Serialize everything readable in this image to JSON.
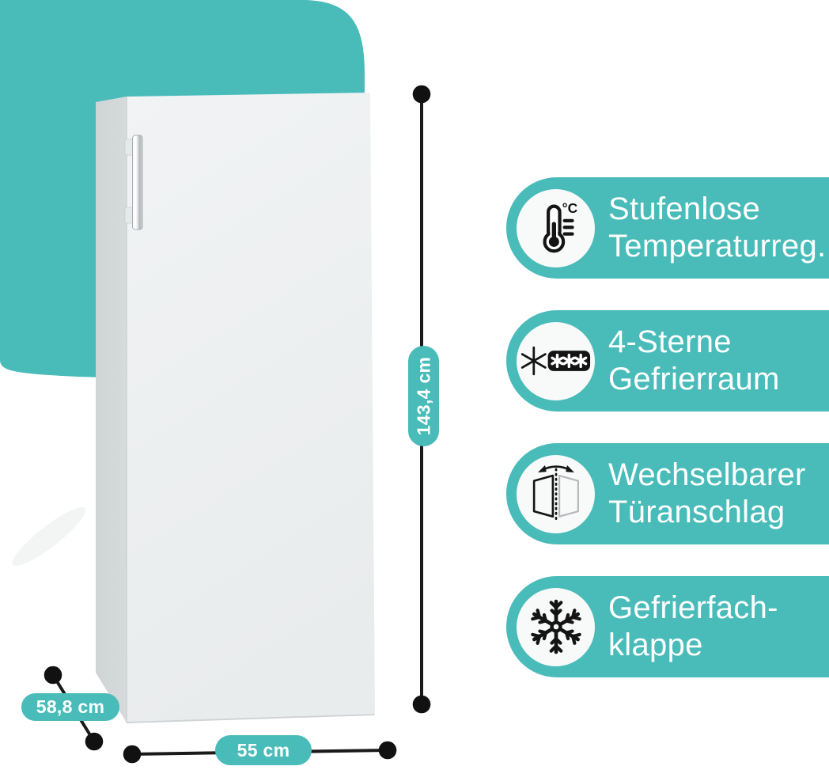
{
  "colors": {
    "accent": "#49bcba",
    "circle_bg": "#f8f9f9",
    "ink": "#141414",
    "label_text": "#ffffff",
    "fridge_side": "#d6dadb",
    "fridge_door_top": "#f1f3f4",
    "fridge_door_bottom": "#e9eced",
    "dim_line": "#1a1a1a"
  },
  "dimensions": {
    "height": {
      "label": "143,4 cm"
    },
    "width": {
      "label": "55 cm"
    },
    "depth": {
      "label": "58,8 cm"
    }
  },
  "features": [
    {
      "icon": "thermometer-icon",
      "line1": "Stufenlose",
      "line2": "Temperaturreg.",
      "icon_text": "°C"
    },
    {
      "icon": "four-star-freezer-icon",
      "line1": "4-Sterne",
      "line2": "Gefrierraum"
    },
    {
      "icon": "reversible-door-icon",
      "line1": "Wechselbarer",
      "line2": "Türanschlag"
    },
    {
      "icon": "snowflake-icon",
      "line1": "Gefrierfach-",
      "line2": "klappe"
    }
  ]
}
